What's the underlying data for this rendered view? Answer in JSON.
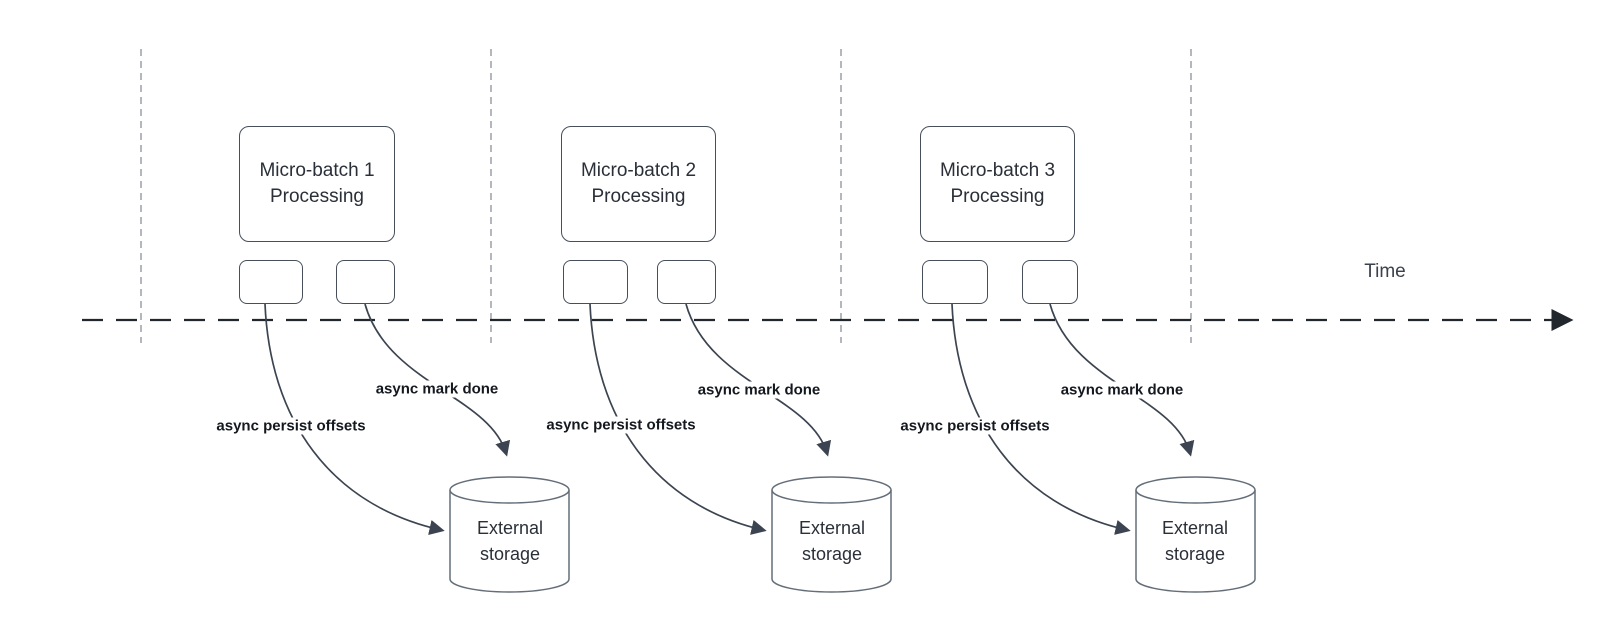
{
  "timeline": {
    "label": "Time"
  },
  "batches": [
    {
      "box_label": "Micro-batch 1\nProcessing",
      "persist_label": "async persist offsets",
      "mark_label": "async mark done",
      "storage_label": "External\nstorage"
    },
    {
      "box_label": "Micro-batch 2\nProcessing",
      "persist_label": "async persist offsets",
      "mark_label": "async mark done",
      "storage_label": "External\nstorage"
    },
    {
      "box_label": "Micro-batch 3\nProcessing",
      "persist_label": "async persist offsets",
      "mark_label": "async mark done",
      "storage_label": "External\nstorage"
    }
  ],
  "colors": {
    "background": "#ffffff",
    "shape_border": "#474f5a",
    "shape_text": "#2a2f38",
    "label_text": "#14181f",
    "arrow": "#3b4450",
    "timeline_line": "#22262d",
    "divider_line": "#9ba1a8",
    "cylinder_border": "#646e78"
  }
}
